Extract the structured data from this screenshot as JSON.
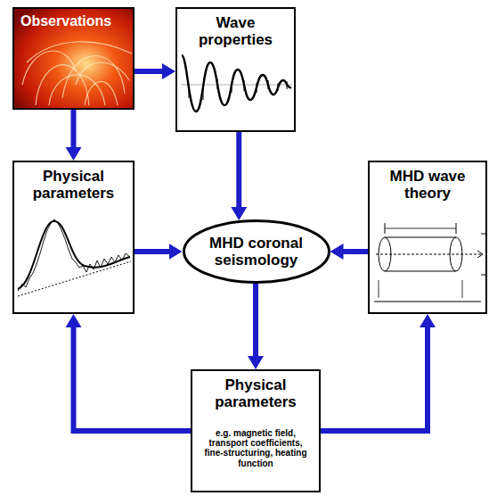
{
  "diagram": {
    "nodes": [
      {
        "text": [
          "Observations"
        ]
      },
      {
        "text": [
          "Wave properties"
        ]
      },
      {
        "text": [
          "Physical parameters"
        ]
      },
      {
        "text": [
          "MHD coronal seismology"
        ]
      },
      {
        "text": [
          "MHD wave theory"
        ]
      },
      {
        "text": [
          "Physical parameters",
          "e.g. magnetic field, transport coefficients, fine-structuring, heating function"
        ]
      }
    ],
    "edges": [
      {
        "from": 0,
        "to": 1,
        "arrow": "to"
      },
      {
        "from": 0,
        "to": 2,
        "arrow": "to"
      },
      {
        "from": 1,
        "to": 3,
        "arrow": "to"
      },
      {
        "from": 2,
        "to": 3,
        "arrow": "to"
      },
      {
        "from": 4,
        "to": 3,
        "arrow": "to"
      },
      {
        "from": 3,
        "to": 5,
        "arrow": "to"
      },
      {
        "from": 5,
        "to": 2,
        "arrow": "to"
      },
      {
        "from": 5,
        "to": 4,
        "arrow": "to"
      }
    ]
  }
}
